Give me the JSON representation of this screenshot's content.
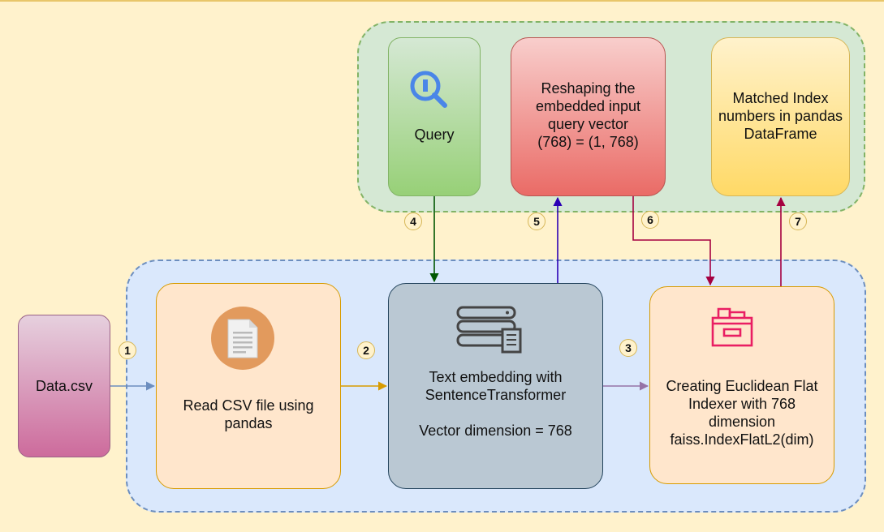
{
  "nodes": {
    "data_csv": "Data.csv",
    "read_csv": "Read CSV file using pandas",
    "embedding_line1": "Text embedding with",
    "embedding_line2": "SentenceTransformer",
    "embedding_dim": "Vector dimension = 768",
    "index_line1": "Creating Euclidean Flat",
    "index_line2": "Indexer with 768",
    "index_line3": "dimension",
    "index_line4": "faiss.IndexFlatL2(dim)",
    "query": "Query",
    "reshape_line1": "Reshaping the",
    "reshape_line2": "embedded input",
    "reshape_line3": "query vector",
    "reshape_line4": "(768) = (1, 768)",
    "matched_line1": "Matched Index",
    "matched_line2": "numbers in pandas",
    "matched_line3": "DataFrame"
  },
  "steps": [
    "1",
    "2",
    "3",
    "4",
    "5",
    "6",
    "7"
  ],
  "icons": {
    "read_csv": "document-icon",
    "embedding": "server-database-icon",
    "index": "file-cabinet-icon",
    "query": "search-icon"
  },
  "colors": {
    "background": "#fff2cc",
    "edge_1": "#6c8ebf",
    "edge_2": "#d79b00",
    "edge_3": "#9673a6",
    "edge_4": "#005700",
    "edge_5": "#2b00b5",
    "edge_6": "#a50040",
    "edge_7": "#a50040"
  }
}
